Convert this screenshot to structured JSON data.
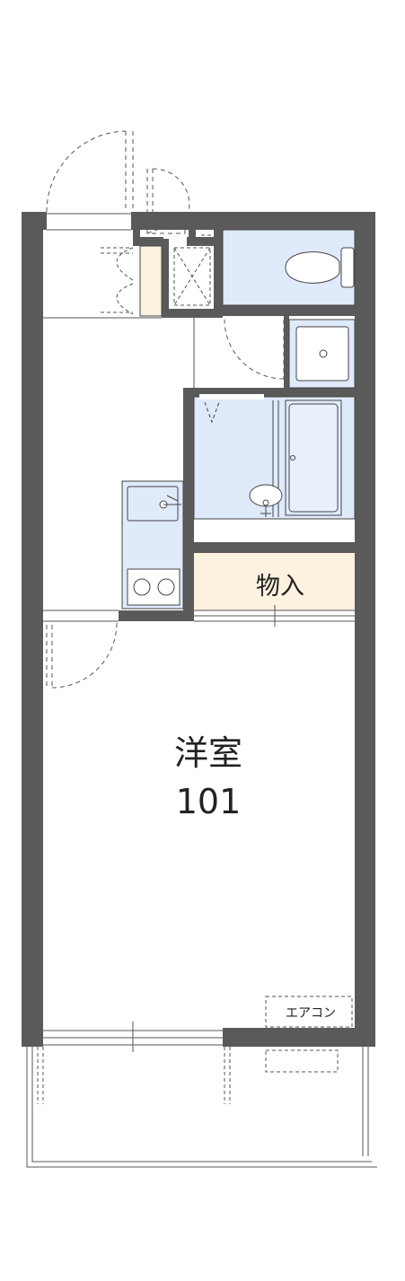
{
  "rooms": {
    "western": {
      "name": "洋室",
      "number": "101"
    },
    "storage": {
      "name": "物入"
    },
    "aircon": {
      "name": "エアコン"
    }
  },
  "colors": {
    "wall": "#5a5a5a",
    "wet_area": "#dfeafb",
    "storage": "#fcf2df",
    "kitchen": "#dfeafb",
    "line": "#444444"
  }
}
